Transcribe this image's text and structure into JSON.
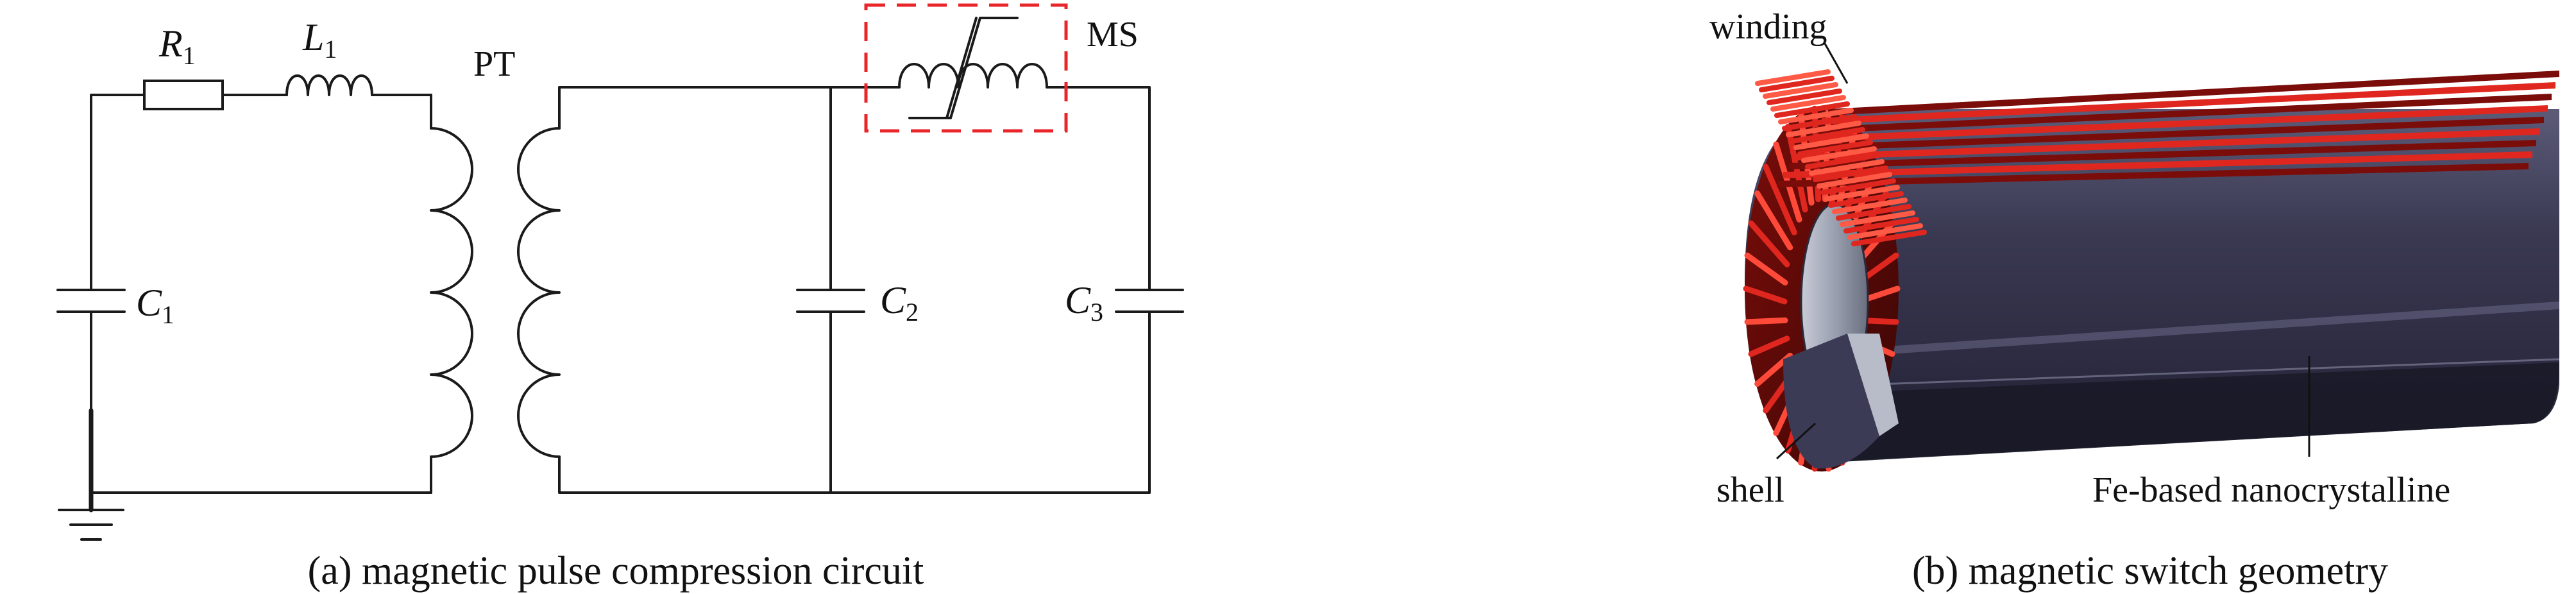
{
  "panel_a": {
    "caption": "(a) magnetic pulse compression circuit",
    "components": {
      "R1": {
        "letter": "R",
        "sub": "1"
      },
      "L1": {
        "letter": "L",
        "sub": "1"
      },
      "C1": {
        "letter": "C",
        "sub": "1"
      },
      "C2": {
        "letter": "C",
        "sub": "2"
      },
      "C3": {
        "letter": "C",
        "sub": "3"
      },
      "PT": "PT",
      "MS": "MS"
    },
    "colors": {
      "wire": "#1a1a1a",
      "ms_box": "#e8262a"
    }
  },
  "panel_b": {
    "caption": "(b) magnetic switch geometry",
    "labels": {
      "winding": "winding",
      "shell": "shell",
      "core": "Fe-based nanocrystalline"
    },
    "colors": {
      "winding": "#e0271f",
      "winding_dark": "#7a0d0a",
      "core_dark": "#25243a",
      "core_mid": "#3a3952",
      "core_light": "#5c5b78"
    }
  }
}
